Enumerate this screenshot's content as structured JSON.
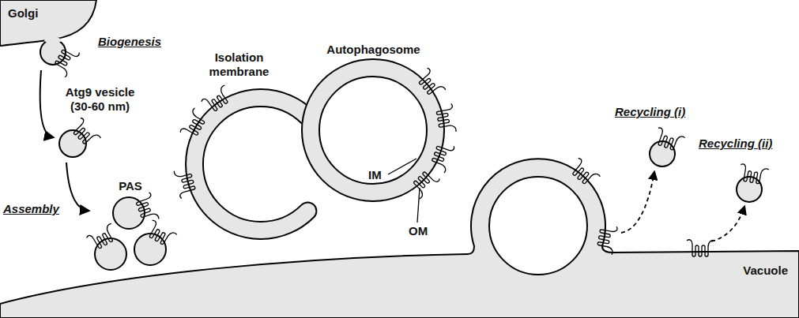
{
  "diagram": {
    "nodes": [
      {
        "text": [
          "Golgi"
        ]
      },
      {
        "text": [
          "Atg9 vesicle (30-60 nm)"
        ]
      },
      {
        "text": [
          "PAS"
        ]
      },
      {
        "text": [
          "Isolation membrane"
        ]
      },
      {
        "text": [
          "Autophagosome"
        ]
      },
      {
        "text": [
          "Vacuole"
        ]
      }
    ],
    "edges": [
      {
        "from": 0,
        "to": 1,
        "arrow": "to"
      },
      {
        "from": 1,
        "to": 2,
        "arrow": "to"
      }
    ],
    "labels": [
      "Biogenesis",
      "Assembly",
      "IM",
      "OM",
      "Recycling (i)",
      "Recycling (ii)"
    ]
  }
}
